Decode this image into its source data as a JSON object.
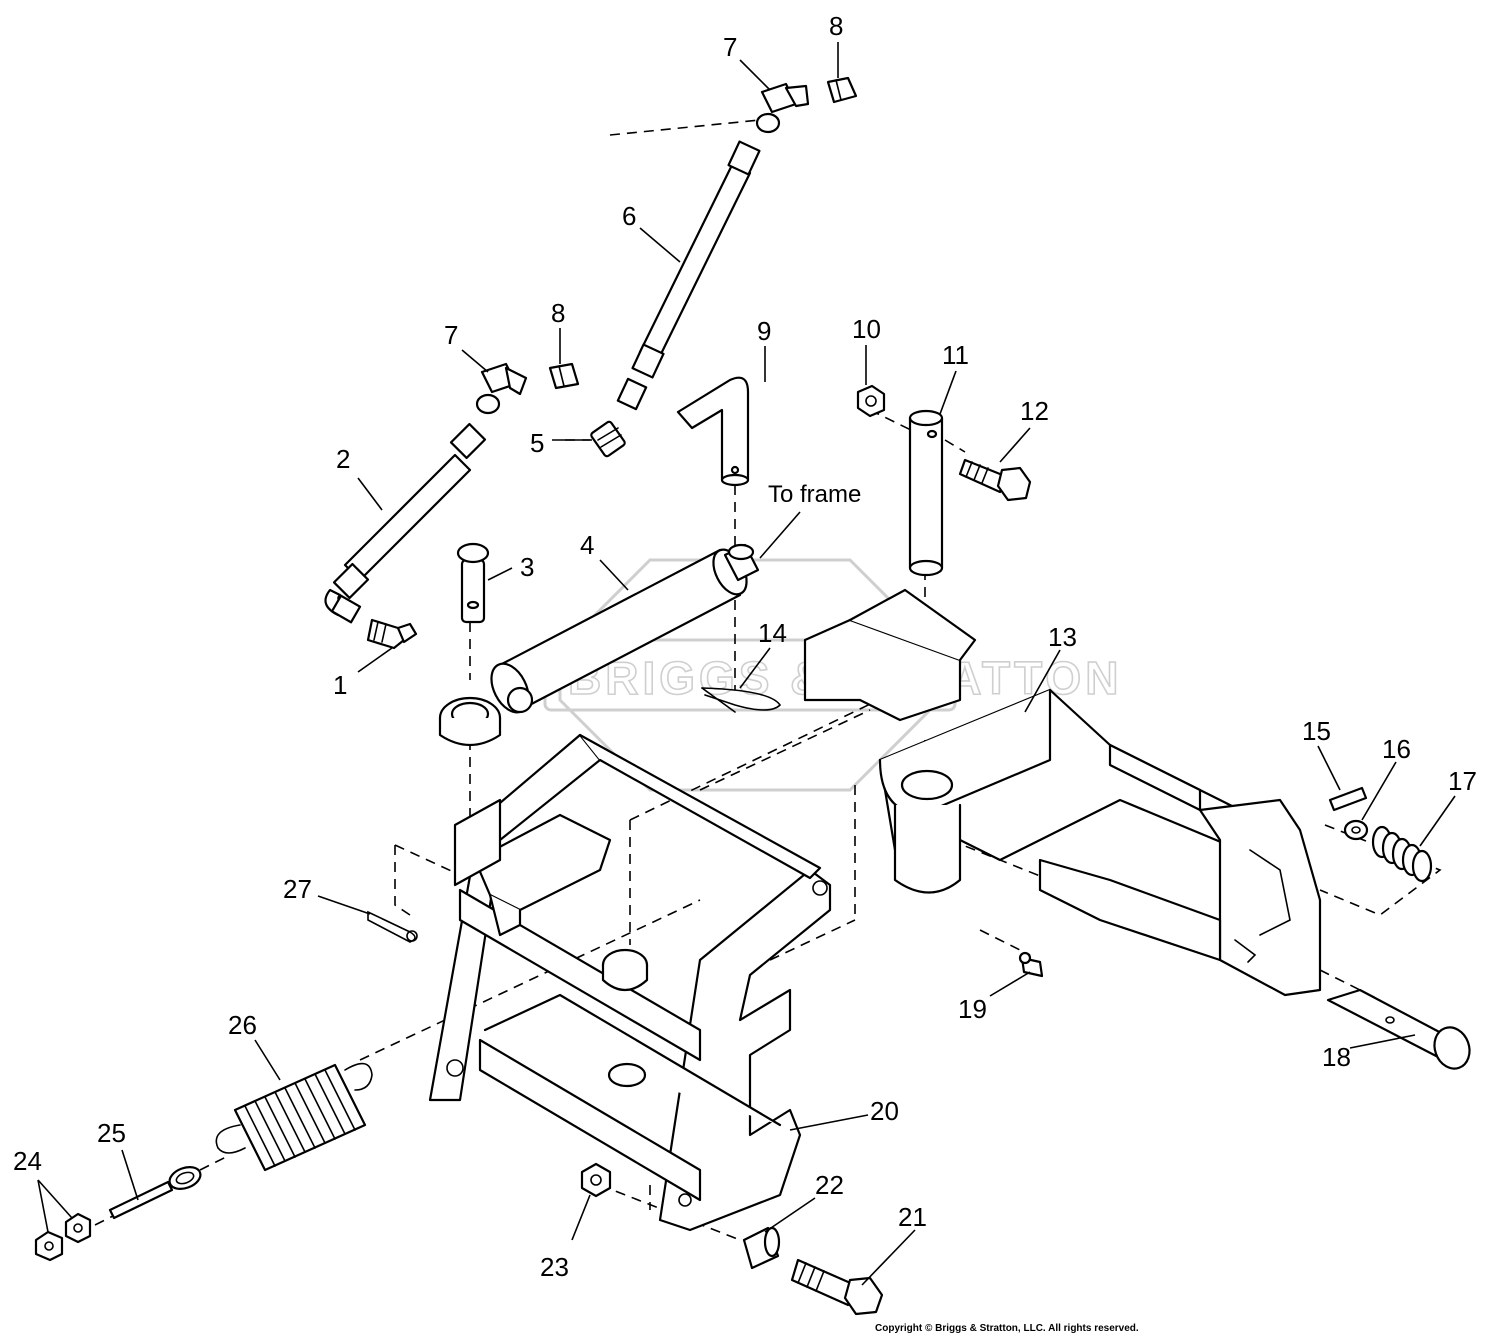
{
  "diagram": {
    "callouts": [
      {
        "id": "c1",
        "label": "1"
      },
      {
        "id": "c2",
        "label": "2"
      },
      {
        "id": "c3",
        "label": "3"
      },
      {
        "id": "c4",
        "label": "4"
      },
      {
        "id": "c5",
        "label": "5"
      },
      {
        "id": "c6",
        "label": "6"
      },
      {
        "id": "c7a",
        "label": "7"
      },
      {
        "id": "c7b",
        "label": "7"
      },
      {
        "id": "c8a",
        "label": "8"
      },
      {
        "id": "c8b",
        "label": "8"
      },
      {
        "id": "c9",
        "label": "9"
      },
      {
        "id": "c10",
        "label": "10"
      },
      {
        "id": "c11",
        "label": "11"
      },
      {
        "id": "c12",
        "label": "12"
      },
      {
        "id": "c13",
        "label": "13"
      },
      {
        "id": "c14",
        "label": "14"
      },
      {
        "id": "c15",
        "label": "15"
      },
      {
        "id": "c16",
        "label": "16"
      },
      {
        "id": "c17",
        "label": "17"
      },
      {
        "id": "c18",
        "label": "18"
      },
      {
        "id": "c19",
        "label": "19"
      },
      {
        "id": "c20",
        "label": "20"
      },
      {
        "id": "c21",
        "label": "21"
      },
      {
        "id": "c22",
        "label": "22"
      },
      {
        "id": "c23",
        "label": "23"
      },
      {
        "id": "c24",
        "label": "24"
      },
      {
        "id": "c25",
        "label": "25"
      },
      {
        "id": "c26",
        "label": "26"
      },
      {
        "id": "c27",
        "label": "27"
      }
    ],
    "note_to_frame": "To frame",
    "watermark": "BRIGGS & STRATTON",
    "copyright": "Copyright © Briggs & Stratton, LLC. All rights reserved."
  }
}
